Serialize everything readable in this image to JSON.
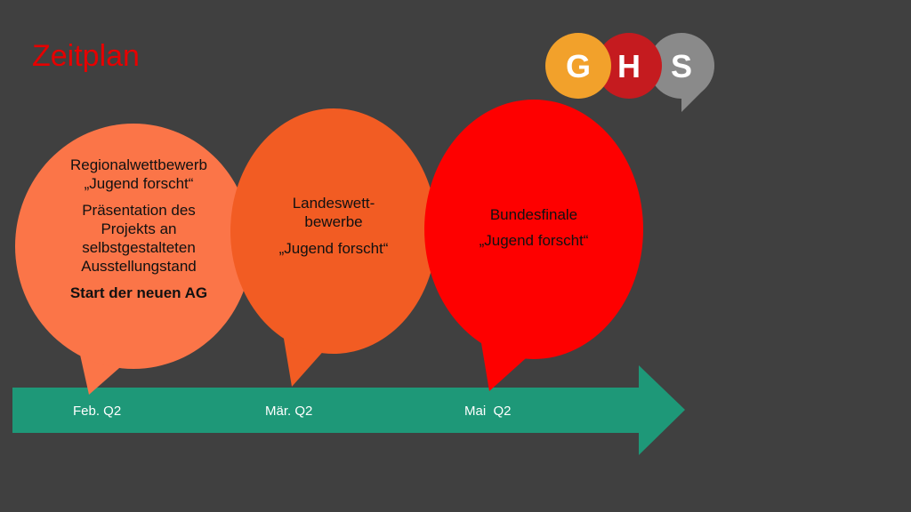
{
  "slide": {
    "title": "Zeitplan",
    "logo_letters": [
      "G",
      "H",
      "S"
    ],
    "bubbles": [
      {
        "line1": "Regionalwettbewerb",
        "line2": "„Jugend forscht“",
        "line3": "Präsentation des",
        "line4": "Projekts an",
        "line5": "selbstgestalteten",
        "line6": "Ausstellungstand",
        "line7": "Start der neuen AG"
      },
      {
        "line1": "Landeswett-",
        "line2": "bewerbe",
        "line3": "„Jugend forscht“"
      },
      {
        "line1": "Bundesfinale",
        "line2": "„Jugend forscht“"
      }
    ],
    "timeline": [
      "Feb. Q2",
      "Mär. Q2",
      "Mai  Q2"
    ]
  },
  "colors": {
    "background": "#404040",
    "title": "#e60000",
    "arrow": "#1e9878",
    "bubble1": "#fb7548",
    "bubble2": "#f25c23",
    "bubble3": "#fe0000",
    "logo_g": "#f2a12b",
    "logo_h": "#c51b1f",
    "logo_s": "#8a8a8a"
  }
}
